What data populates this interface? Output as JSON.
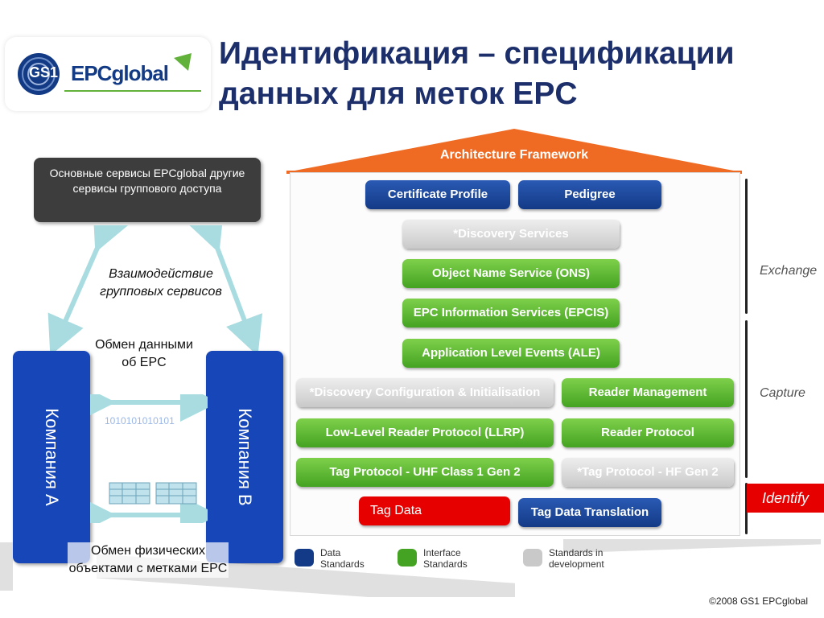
{
  "logo": {
    "gs1": "GS1",
    "epc": "EPCglobal"
  },
  "title": {
    "line1": "Идентификация – спецификации",
    "line2": "данных для меток EPC"
  },
  "left": {
    "services_box": "Основные сервисы EPCglobal другие сервисы группового доступа",
    "interaction": "Взаимодействие групповых сервисов",
    "data_exchange": "Обмен данными об EPC",
    "binary": "1010101010101",
    "physical_exchange": "Обмен физических объектами с метками EPC",
    "company_a": "Компания А",
    "company_b": "Компания В"
  },
  "architecture": {
    "roof": "Architecture Framework",
    "certificate_profile": "Certificate Profile",
    "pedigree": "Pedigree",
    "discovery_services": "*Discovery Services",
    "ons": "Object Name Service (ONS)",
    "epcis": "EPC Information Services (EPCIS)",
    "ale": "Application Level Events (ALE)",
    "discovery_config": "*Discovery Configuration & Initialisation",
    "reader_management": "Reader Management",
    "llrp": "Low-Level Reader Protocol (LLRP)",
    "reader_protocol": "Reader Protocol",
    "tag_protocol_uhf": "Tag Protocol - UHF Class 1 Gen 2",
    "tag_protocol_hf": "*Tag Protocol - HF Gen 2",
    "tag_data": "Tag Data",
    "tag_data_translation": "Tag Data Translation"
  },
  "side_labels": {
    "exchange": "Exchange",
    "capture": "Capture",
    "identify": "Identify"
  },
  "legend": {
    "data_standards": "Data Standards",
    "interface_standards": "Interface Standards",
    "in_development": "Standards in development"
  },
  "colors": {
    "blue": "#133a86",
    "green": "#44a322",
    "gray": "#c9c9c9",
    "red": "#e70000",
    "roof": "#ef6a22",
    "company": "#1646b8"
  },
  "footer": {
    "copyright": "©2008 GS1 EPCglobal"
  }
}
